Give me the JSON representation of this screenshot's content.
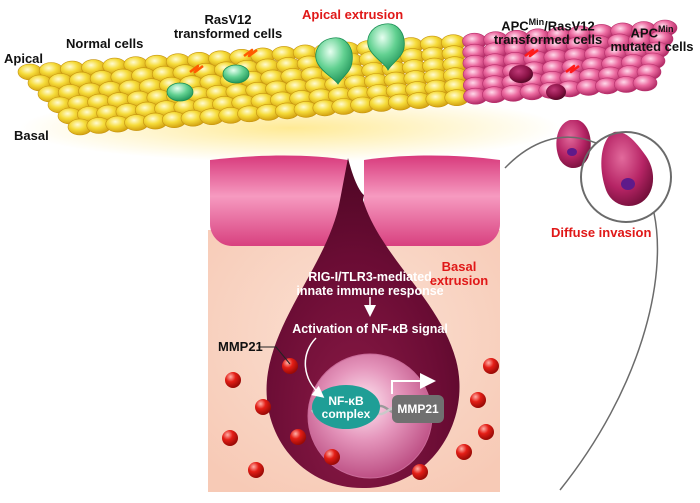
{
  "labels": {
    "apical": "Apical",
    "basal": "Basal",
    "normal_cells": "Normal cells",
    "rasv12_line1": "RasV12",
    "rasv12_line2": "transformed cells",
    "apical_extrusion": "Apical extrusion",
    "apc_ras_apc": "APC",
    "apc_ras_min": "Min",
    "apc_ras_rest": "/RasV12",
    "apc_ras_line2": "transformed cells",
    "apc_mut_apc": "APC",
    "apc_mut_min": "Min",
    "apc_mut_line2": "mutated cells",
    "diffuse_invasion": "Diffuse invasion",
    "basal_extrusion_line1": "Basal",
    "basal_extrusion_line2": "extrusion",
    "immune_line1": "RIG-I/TLR3-mediated",
    "immune_line2": "innate immune response",
    "nfkb_activation": "Activation of NF-κB signal",
    "mmp21_callout": "MMP21",
    "nfkb_complex_line1": "NF-κB",
    "nfkb_complex_line2": "complex",
    "mmp21_gene": "MMP21"
  },
  "colors": {
    "normal_cell": "#f3d21a",
    "rasv12_cell": "#3fbf7a",
    "apc_cell": "#e0407f",
    "apc_ras_cell": "#9c1450",
    "basal_cell": "#6e0e32",
    "nucleus": "#c8588a",
    "mmp21_protein": "#d81414",
    "nfkb_complex": "#1f9e96",
    "mmp21_gene": "#707070",
    "background_zone": "#f8d2c2",
    "label_red": "#e01818"
  }
}
